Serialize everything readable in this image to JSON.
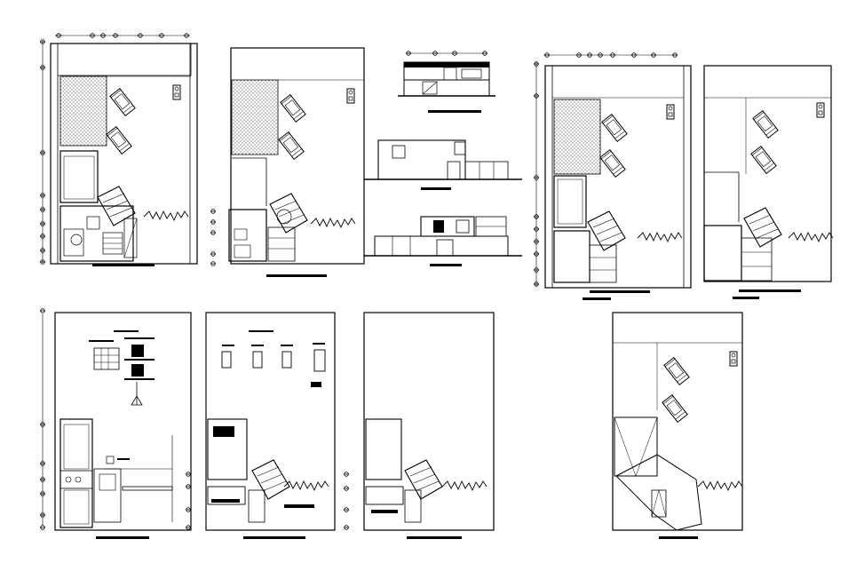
{
  "sheet": {
    "title": "",
    "ink_color": "#000000",
    "background_color": "#ffffff",
    "hatch_color": "#7a7a7a"
  },
  "drawings": [
    {
      "id": "plan-1",
      "kind": "floor-plan",
      "caption": ""
    },
    {
      "id": "plan-2",
      "kind": "floor-plan",
      "caption": ""
    },
    {
      "id": "section",
      "kind": "section",
      "caption": ""
    },
    {
      "id": "elevation-front",
      "kind": "elevation",
      "caption": ""
    },
    {
      "id": "elevation-side",
      "kind": "elevation",
      "caption": ""
    },
    {
      "id": "plan-3",
      "kind": "floor-plan",
      "caption": ""
    },
    {
      "id": "plan-4",
      "kind": "floor-plan",
      "caption": ""
    },
    {
      "id": "plan-5",
      "kind": "detail-plan",
      "caption": ""
    },
    {
      "id": "plan-6",
      "kind": "door-window-schedule",
      "caption": ""
    },
    {
      "id": "plan-7",
      "kind": "floor-plan",
      "caption": ""
    },
    {
      "id": "plan-8",
      "kind": "site-plan",
      "caption": ""
    }
  ]
}
